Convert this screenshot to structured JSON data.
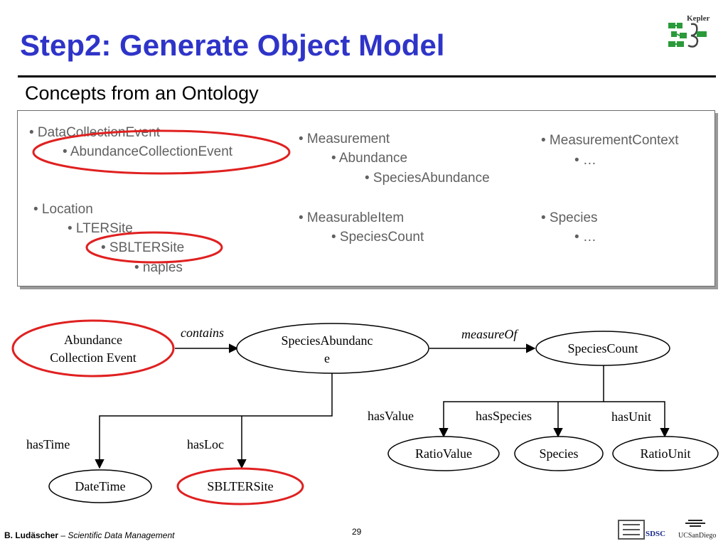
{
  "header": {
    "title": "Step2: Generate Object Model",
    "subtitle": "Concepts from an Ontology",
    "logo_text": "Kepler"
  },
  "ontology": {
    "c1": [
      "• DataCollectionEvent",
      "• AbundanceCollectionEvent"
    ],
    "c2": [
      "• Location",
      "• LTERSite",
      "• SBLTERSite",
      "• naples"
    ],
    "c3": [
      "• Measurement",
      "• Abundance",
      "• SpeciesAbundance"
    ],
    "c4": [
      "• MeasurableItem",
      "• SpeciesCount"
    ],
    "c5": [
      "• MeasurementContext",
      "• …"
    ],
    "c6": [
      "• Species",
      "• …"
    ]
  },
  "diagram": {
    "nodes": {
      "ace1": "Abundance",
      "ace2": "Collection Event",
      "sa1": "SpeciesAbundanc",
      "sa2": "e",
      "sc": "SpeciesCount",
      "ratiovalue": "RatioValue",
      "species": "Species",
      "ratiounit": "RatioUnit",
      "datetime": "DateTime",
      "sbltersite": "SBLTERSite"
    },
    "edges": {
      "contains": "contains",
      "measureOf": "measureOf",
      "hasValue": "hasValue",
      "hasSpecies": "hasSpecies",
      "hasUnit": "hasUnit",
      "hasTime": "hasTime",
      "hasLoc": "hasLoc"
    },
    "highlight_color": "#e02020"
  },
  "footer": {
    "author": "B. Ludäscher",
    "sep": " – ",
    "course": "Scientific Data Management",
    "page": "29",
    "org1": "SDSC",
    "org2": "UCSanDiego"
  }
}
